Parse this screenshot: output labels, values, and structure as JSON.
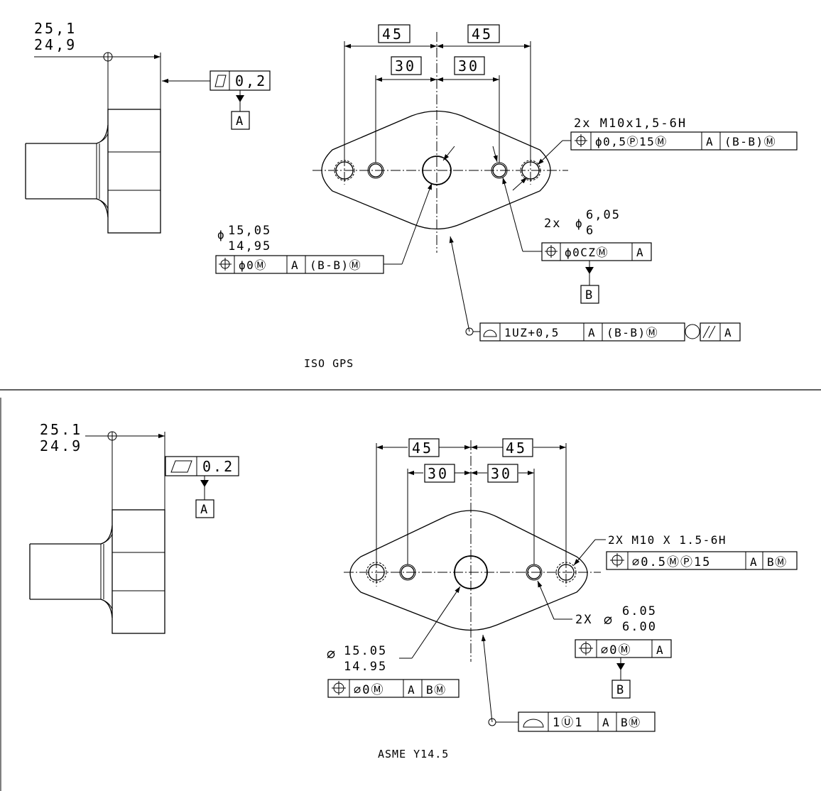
{
  "iso": {
    "caption": "ISO GPS",
    "thickness_upper": "25,1",
    "thickness_lower": "24,9",
    "flatness_value": "0,2",
    "datum_a": "A",
    "dim_outer_left": "45",
    "dim_outer_right": "45",
    "dim_inner_left": "30",
    "dim_inner_right": "30",
    "thread_callout": "2x  M10x1,5-6H",
    "thread_fcf_value": "ϕ0,5Ⓟ15Ⓜ",
    "thread_fcf_datum1": "A",
    "thread_fcf_datum2": "(B-B)Ⓜ",
    "hole_count": "2x",
    "hole_dia_symbol": "ϕ",
    "hole_upper": "6,05",
    "hole_lower": "6",
    "hole_fcf_value": "ϕ0CZⓂ",
    "hole_fcf_datum": "A",
    "datum_b": "B",
    "bore_dia_symbol": "ϕ",
    "bore_upper": "15,05",
    "bore_lower": "14,95",
    "bore_fcf_value": "ϕ0Ⓜ",
    "bore_fcf_datum1": "A",
    "bore_fcf_datum2": "(B-B)Ⓜ",
    "profile_value": "1UZ+0,5",
    "profile_datum1": "A",
    "profile_datum2": "(B-B)Ⓜ",
    "parallel_datum": "A"
  },
  "asme": {
    "caption": "ASME Y14.5",
    "thickness_upper": "25.1",
    "thickness_lower": "24.9",
    "flatness_value": "0.2",
    "datum_a": "A",
    "dim_outer_left": "45",
    "dim_outer_right": "45",
    "dim_inner_left": "30",
    "dim_inner_right": "30",
    "thread_callout": "2X M10 X 1.5-6H",
    "thread_fcf_value": "∅0.5ⓂⓅ15",
    "thread_fcf_datum1": "A",
    "thread_fcf_datum2": "BⓂ",
    "hole_count": "2X",
    "hole_dia_symbol": "∅",
    "hole_upper": "6.05",
    "hole_lower": "6.00",
    "hole_fcf_value": "∅0Ⓜ",
    "hole_fcf_datum": "A",
    "datum_b": "B",
    "bore_dia_symbol": "∅",
    "bore_upper": "15.05",
    "bore_lower": "14.95",
    "bore_fcf_value": "∅0Ⓜ",
    "bore_fcf_datum1": "A",
    "bore_fcf_datum2": "BⓂ",
    "profile_value": "1Ⓤ1",
    "profile_datum1": "A",
    "profile_datum2": "BⓂ"
  }
}
